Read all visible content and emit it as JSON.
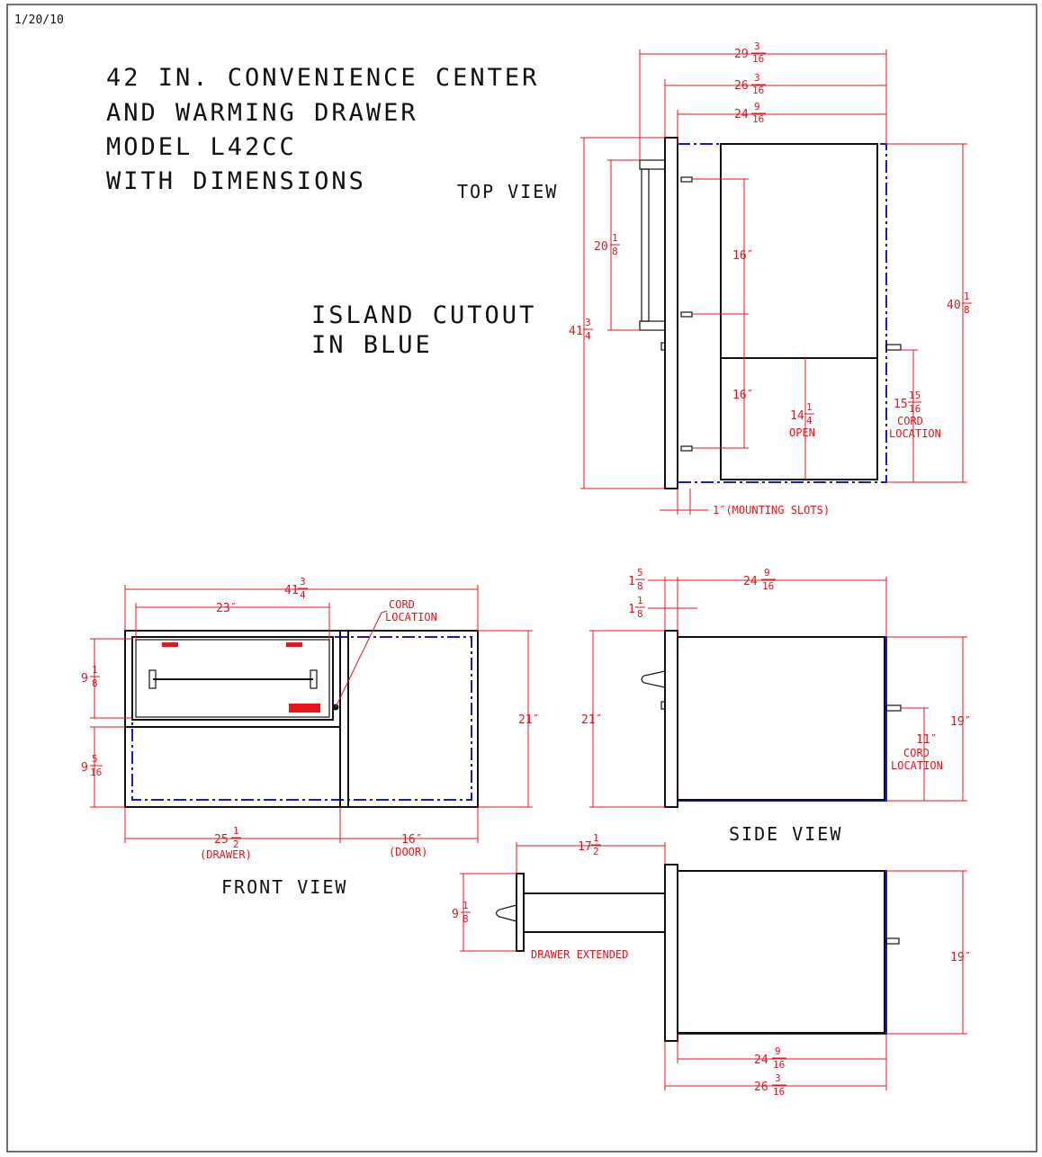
{
  "date": "1/20/10",
  "title_lines": [
    "42 IN. CONVENIENCE CENTER",
    "AND WARMING DRAWER",
    "MODEL L42CC",
    "WITH DIMENSIONS"
  ],
  "note_lines": [
    "ISLAND CUTOUT",
    "IN BLUE"
  ],
  "views": {
    "top": "TOP VIEW",
    "front": "FRONT VIEW",
    "side": "SIDE VIEW"
  },
  "labels": {
    "mounting_slots": "1″(MOUNTING SLOTS)",
    "open": "OPEN",
    "cord": "CORD",
    "location": "LOCATION",
    "drawer": "(DRAWER)",
    "door": "(DOOR)",
    "drawer_extended": "DRAWER EXTENDED"
  },
  "dims": {
    "d29": {
      "whole": "29",
      "num": "3",
      "den": "16"
    },
    "d26": {
      "whole": "26",
      "num": "3",
      "den": "16"
    },
    "d24": {
      "whole": "24",
      "num": "9",
      "den": "16"
    },
    "d20": {
      "whole": "20",
      "num": "1",
      "den": "8"
    },
    "d41": {
      "whole": "41",
      "num": "3",
      "den": "4"
    },
    "d40": {
      "whole": "40",
      "num": "1",
      "den": "8"
    },
    "d16": "16″",
    "d14": {
      "whole": "14",
      "num": "1",
      "den": "4"
    },
    "d15": {
      "whole": "15",
      "num": "15",
      "den": "16"
    },
    "d23": "23″",
    "d9a": {
      "whole": "9",
      "num": "1",
      "den": "8"
    },
    "d9b": {
      "whole": "9",
      "num": "5",
      "den": "16"
    },
    "d21": "21″",
    "d25": {
      "whole": "25",
      "num": "1",
      "den": "2"
    },
    "d1a": {
      "whole": "1",
      "num": "5",
      "den": "8"
    },
    "d1b": {
      "whole": "1",
      "num": "1",
      "den": "8"
    },
    "d19": "19″",
    "d11": "11″",
    "d17": {
      "whole": "17",
      "num": "1",
      "den": "2"
    }
  },
  "colors": {
    "line": "#111111",
    "dimension": "#e8141b",
    "cutout": "#1a1acc"
  }
}
